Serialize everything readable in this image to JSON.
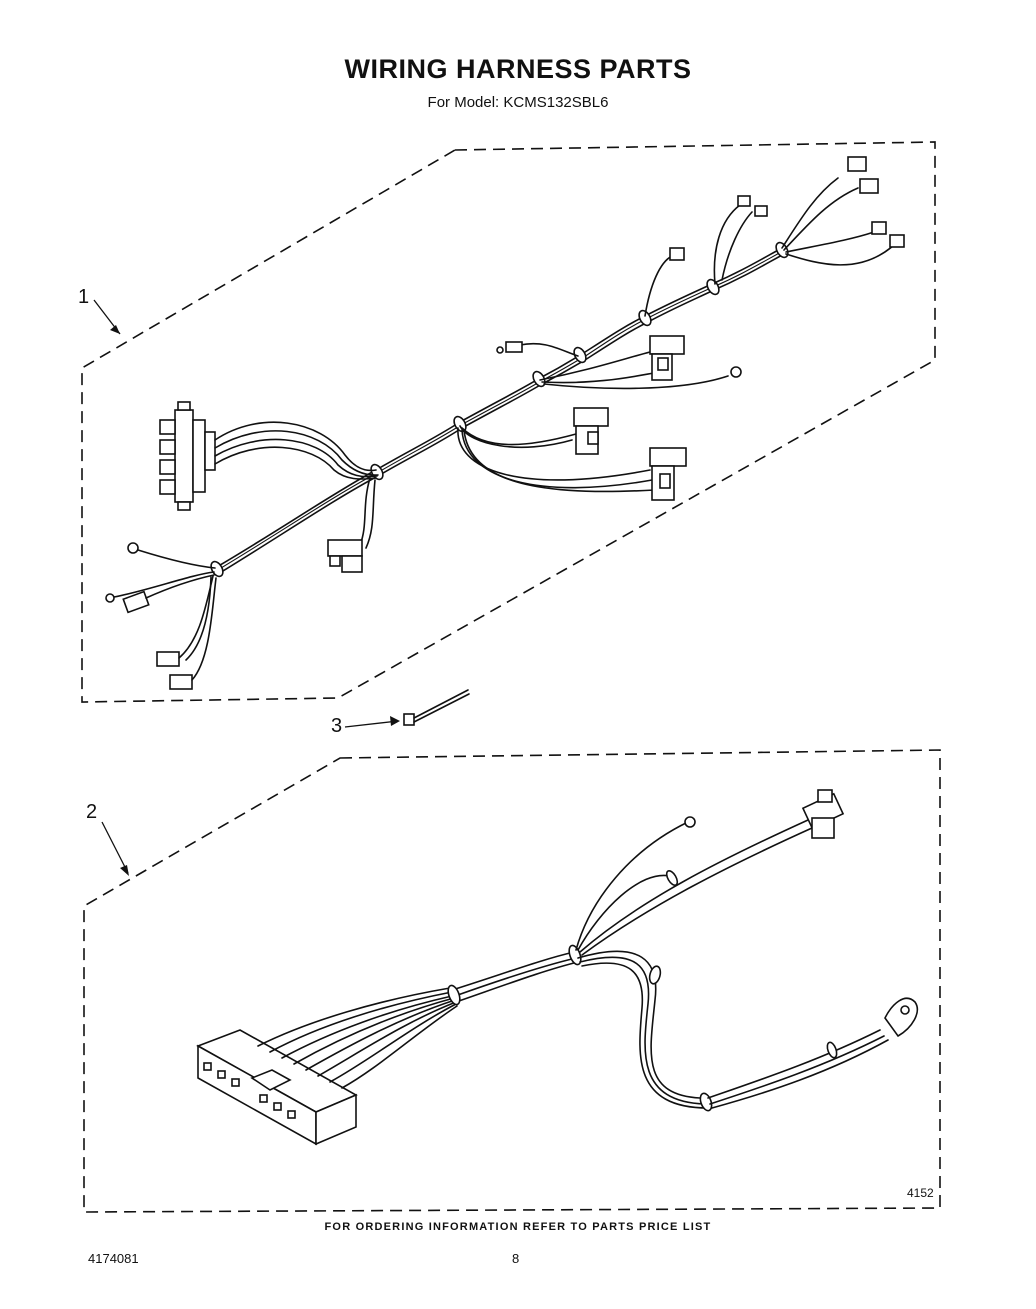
{
  "header": {
    "title": "WIRING HARNESS PARTS",
    "subtitle": "For Model: KCMS132SBL6"
  },
  "callouts": [
    "1",
    "2",
    "3"
  ],
  "figure_code": "4152",
  "footer": {
    "note": "FOR ORDERING INFORMATION REFER TO PARTS PRICE LIST",
    "doc_number": "4174081",
    "page_number": "8"
  }
}
